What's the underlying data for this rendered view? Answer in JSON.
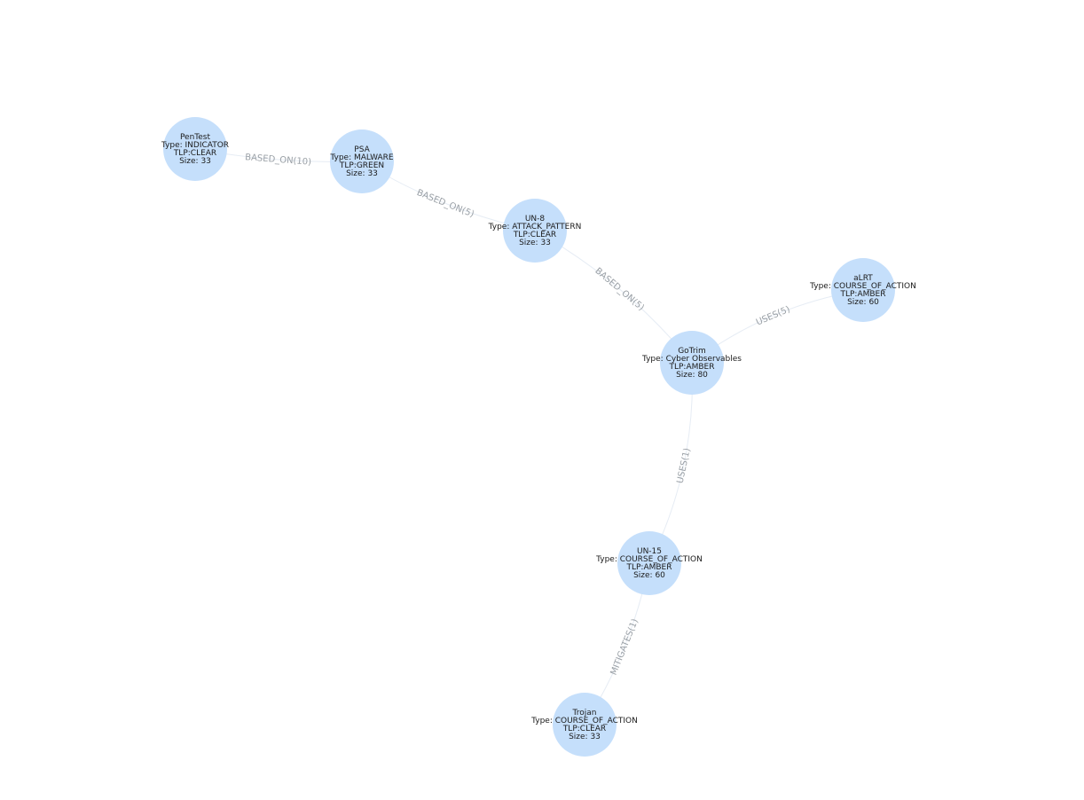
{
  "graph": {
    "nodes": [
      {
        "id": "pentest",
        "name": "PenTest",
        "type_line": "Type: INDICATOR",
        "tlp_line": "TLP:CLEAR",
        "size_line": "Size: 33"
      },
      {
        "id": "psa",
        "name": "PSA",
        "type_line": "Type: MALWARE",
        "tlp_line": "TLP:GREEN",
        "size_line": "Size: 33"
      },
      {
        "id": "un8",
        "name": "UN-8",
        "type_line": "Type: ATTACK_PATTERN",
        "tlp_line": "TLP:CLEAR",
        "size_line": "Size: 33"
      },
      {
        "id": "alrt",
        "name": "aLRT",
        "type_line": "Type: COURSE_OF_ACTION",
        "tlp_line": "TLP:AMBER",
        "size_line": "Size: 60"
      },
      {
        "id": "gotrim",
        "name": "GoTrim",
        "type_line": "Type: Cyber Observables",
        "tlp_line": "TLP:AMBER",
        "size_line": "Size: 80"
      },
      {
        "id": "un15",
        "name": "UN-15",
        "type_line": "Type: COURSE_OF_ACTION",
        "tlp_line": "TLP:AMBER",
        "size_line": "Size: 60"
      },
      {
        "id": "trojan",
        "name": "Trojan",
        "type_line": "Type: COURSE_OF_ACTION",
        "tlp_line": "TLP:CLEAR",
        "size_line": "Size: 33"
      }
    ],
    "edges": [
      {
        "from": "pentest",
        "to": "psa",
        "label": "BASED_ON(10)"
      },
      {
        "from": "psa",
        "to": "un8",
        "label": "BASED_ON(5)"
      },
      {
        "from": "un8",
        "to": "gotrim",
        "label": "BASED_ON(5)"
      },
      {
        "from": "gotrim",
        "to": "alrt",
        "label": "USES(5)"
      },
      {
        "from": "gotrim",
        "to": "un15",
        "label": "USES(1)"
      },
      {
        "from": "un15",
        "to": "trojan",
        "label": "MITIGATES(1)"
      }
    ],
    "colors": {
      "node_fill": "#c5dffb",
      "edge_stroke": "#e6ecf4",
      "edge_label": "#9aa0a6",
      "node_text": "#1a1a1a"
    }
  }
}
